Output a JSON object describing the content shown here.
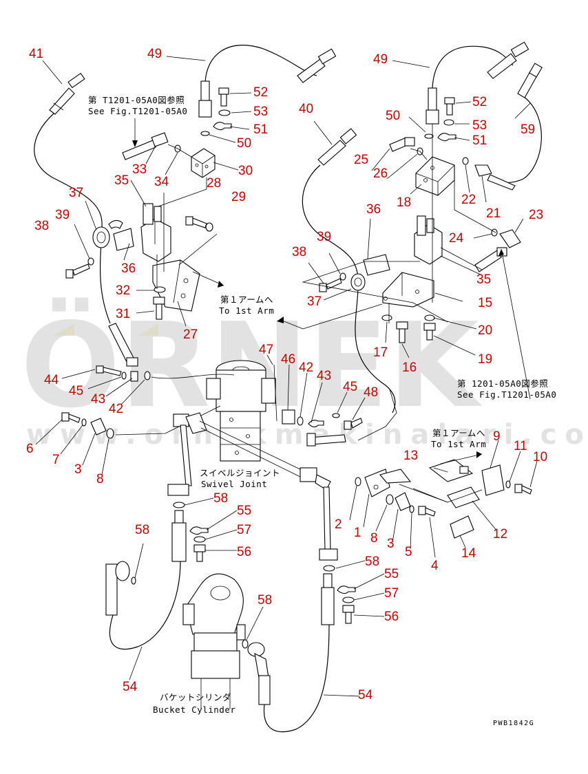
{
  "watermark": {
    "brand": "ÖRNEK",
    "url": "www.ornekmakinalari.com.tr",
    "accent_color": "#f3e6a0"
  },
  "drawing_code": "PWB1842G",
  "notes": {
    "see_fig_left_jp": "第 T1201-05A0図参照",
    "see_fig_left_en": "See Fig.T1201-05A0",
    "see_fig_right_jp": "第 1201-05A0図参照",
    "see_fig_right_en": "See Fig.T1201-05A0",
    "to_arm_left_jp": "第１アームへ",
    "to_arm_left_en": "To 1st Arm",
    "to_arm_right_jp": "第１アームへ",
    "to_arm_right_en": "To 1st Arm",
    "swivel_jp": "スイベルジョイント",
    "swivel_en": "Swivel Joint",
    "bucket_jp": "バケットシリンダ",
    "bucket_en": "Bucket Cylinder"
  },
  "callouts": {
    "c41": "41",
    "c49a": "49",
    "c52a": "52",
    "c53a": "53",
    "c51a": "51",
    "c50a": "50",
    "c33": "33",
    "c34": "34",
    "c30": "30",
    "c35a": "35",
    "c28": "28",
    "c29": "29",
    "c37a": "37",
    "c39a": "39",
    "c38a": "38",
    "c36a": "36",
    "c32": "32",
    "c31": "31",
    "c27": "27",
    "c40": "40",
    "c49b": "49",
    "c52b": "52",
    "c53b": "53",
    "c51b": "51",
    "c50b": "50",
    "c59": "59",
    "c25": "25",
    "c26": "26",
    "c18": "18",
    "c22": "22",
    "c21": "21",
    "c23": "23",
    "c24": "24",
    "c36b": "36",
    "c39b": "39",
    "c38b": "38",
    "c37b": "37",
    "c35b": "35",
    "c15": "15",
    "c20": "20",
    "c17": "17",
    "c16": "16",
    "c19": "19",
    "c44": "44",
    "c45a": "45",
    "c43a": "43",
    "c42a": "42",
    "c47": "47",
    "c46": "46",
    "c42b": "42",
    "c43b": "43",
    "c45b": "45",
    "c48": "48",
    "c6": "6",
    "c7": "7",
    "c3a": "3",
    "c8a": "8",
    "c13": "13",
    "c9": "9",
    "c11": "11",
    "c10": "10",
    "c2": "2",
    "c1": "1",
    "c8b": "8",
    "c3b": "3",
    "c5": "5",
    "c4": "4",
    "c14": "14",
    "c12": "12",
    "c58a": "58",
    "c55a": "55",
    "c57a": "57",
    "c56a": "56",
    "c58b": "58",
    "c58c": "58",
    "c55b": "55",
    "c57b": "57",
    "c56b": "56",
    "c58d": "58",
    "c54a": "54",
    "c54b": "54"
  }
}
